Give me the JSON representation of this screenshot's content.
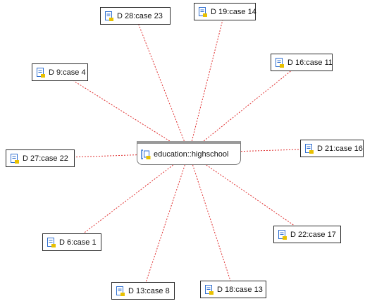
{
  "center": {
    "label": "education::highschool",
    "icon": "code-icon"
  },
  "documents": [
    {
      "id": "d28",
      "label": "D 28:case 23",
      "icon": "document-icon"
    },
    {
      "id": "d19",
      "label": "D 19:case 14",
      "icon": "document-icon"
    },
    {
      "id": "d9",
      "label": "D 9:case 4",
      "icon": "document-icon"
    },
    {
      "id": "d16",
      "label": "D 16:case 11",
      "icon": "document-icon"
    },
    {
      "id": "d27",
      "label": "D 27:case 22",
      "icon": "document-icon"
    },
    {
      "id": "d21",
      "label": "D 21:case 16",
      "icon": "document-icon"
    },
    {
      "id": "d6",
      "label": "D 6:case 1",
      "icon": "document-icon"
    },
    {
      "id": "d22",
      "label": "D 22:case 17",
      "icon": "document-icon"
    },
    {
      "id": "d13",
      "label": "D 13:case 8",
      "icon": "document-icon"
    },
    {
      "id": "d18",
      "label": "D 18:case 13",
      "icon": "document-icon"
    }
  ],
  "colors": {
    "edge": "#e03030",
    "node_border": "#2b2b2b",
    "icon_blue": "#2f6fd0",
    "icon_yellow": "#e8c000"
  }
}
